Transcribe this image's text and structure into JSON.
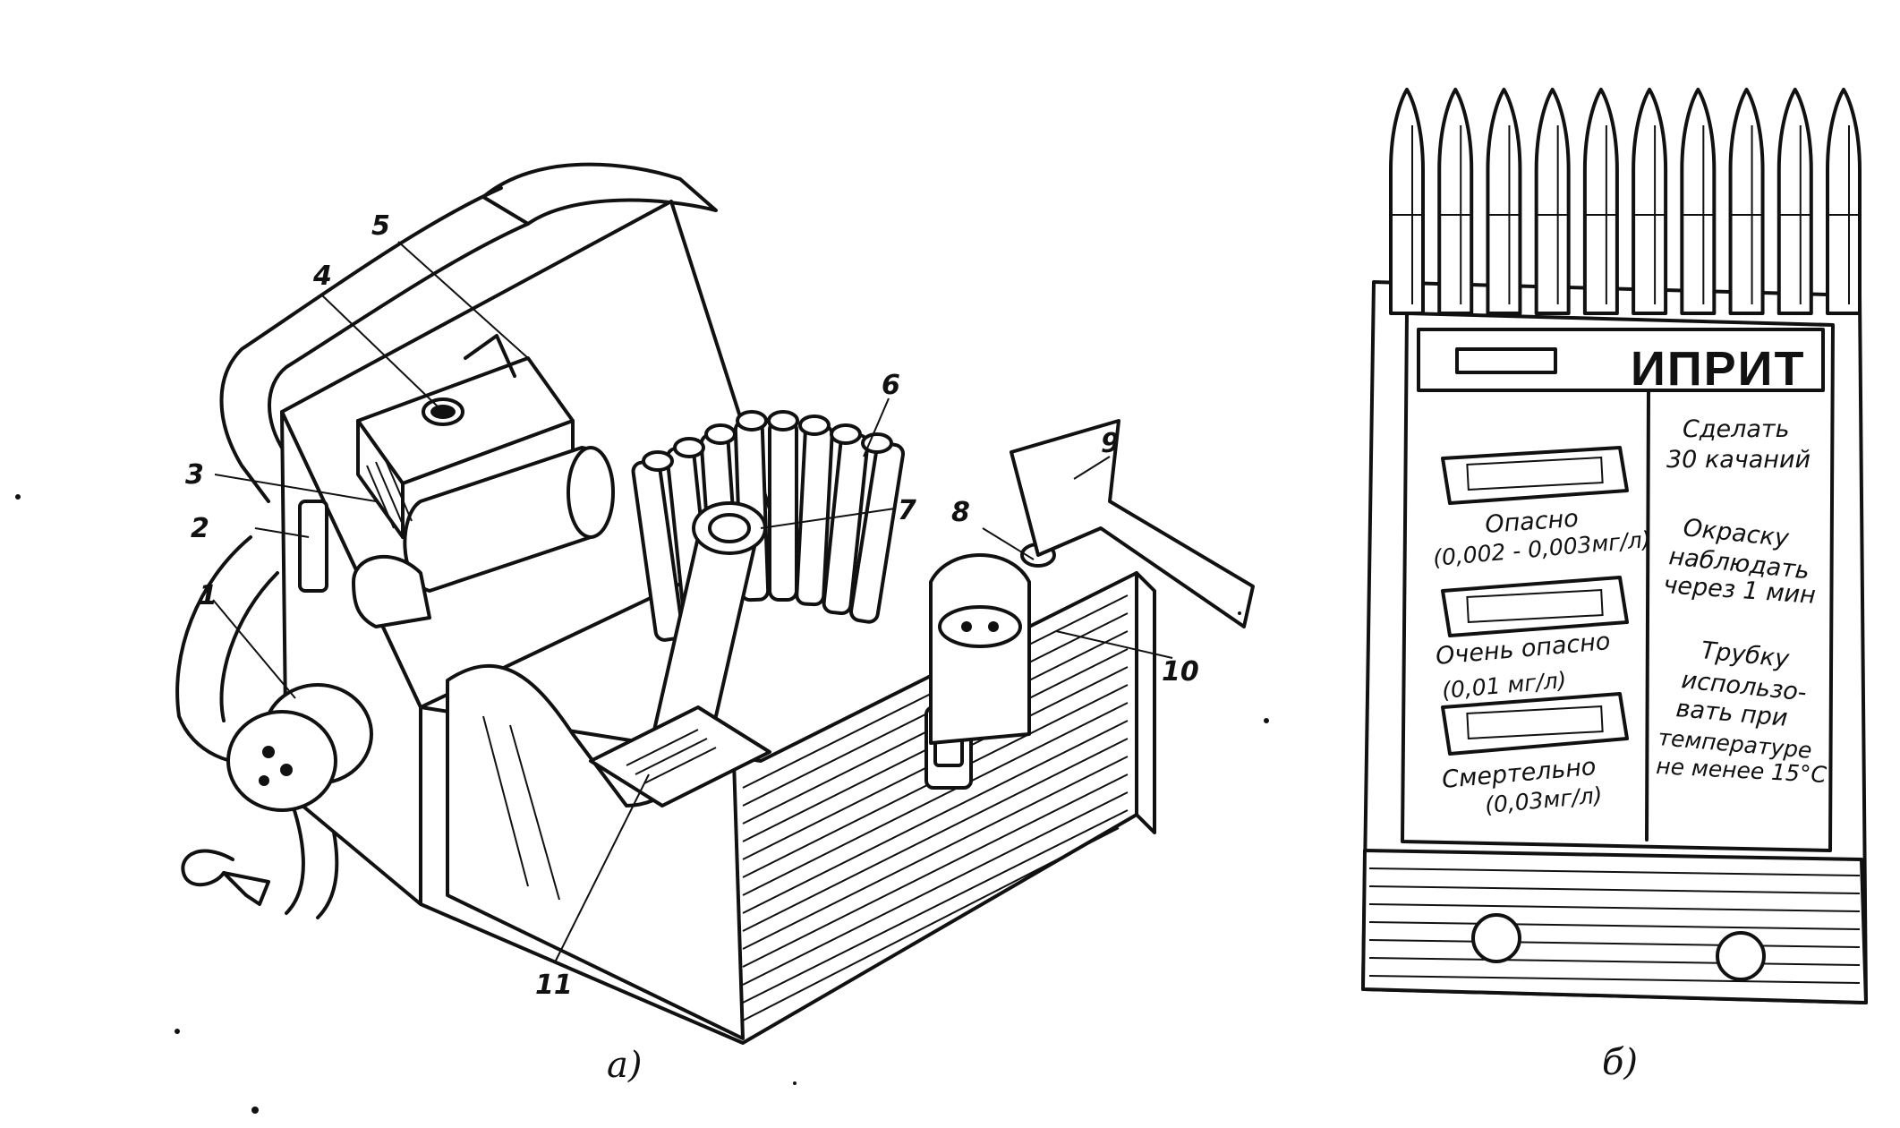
{
  "callouts": [
    "1",
    "2",
    "3",
    "4",
    "5",
    "6",
    "7",
    "8",
    "9",
    "10",
    "11"
  ],
  "sub_labels": {
    "a": "а)",
    "b": "б)"
  },
  "card": {
    "title": "ИПРИТ",
    "levels": [
      {
        "label": "Опасно",
        "value": "(0,002 - 0,003мг/л)"
      },
      {
        "label": "Очень опасно",
        "value": "(0,01 мг/л)"
      },
      {
        "label": "Смертельно",
        "value": "(0,03мг/л)"
      }
    ],
    "instructions": {
      "pump_line1": "Сделать",
      "pump_line2": "30 качаний",
      "observe_line1": "Окраску",
      "observe_line2": "наблюдать",
      "observe_line3": "через 1 мин",
      "temp_line1": "Трубку",
      "temp_line2": "использо-",
      "temp_line3": "вать при",
      "temp_line4": "температуре",
      "temp_line5": "не менее 15°С"
    }
  },
  "tube_count": 10
}
